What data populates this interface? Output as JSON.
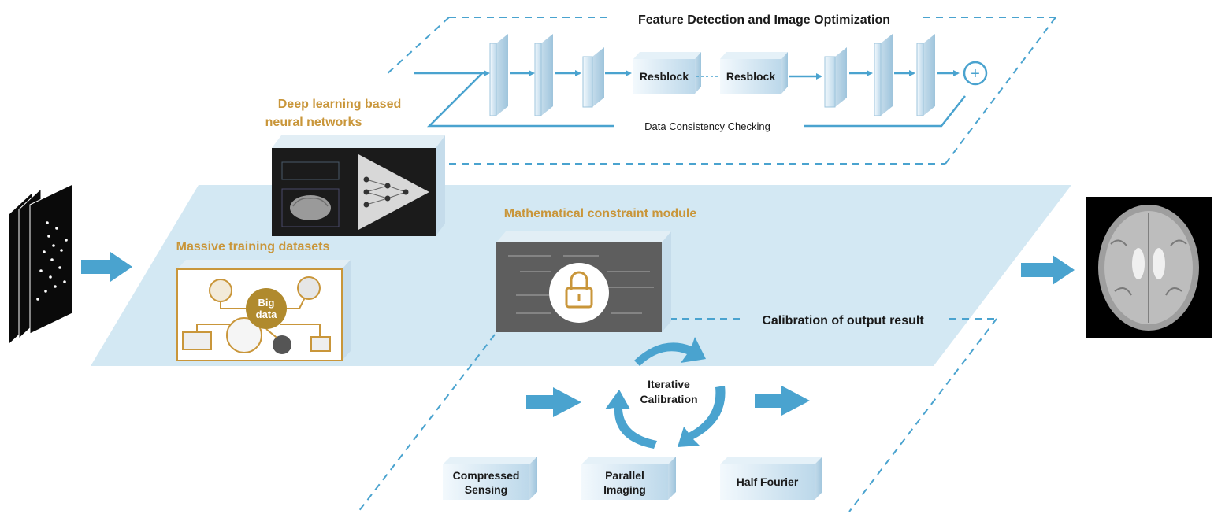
{
  "colors": {
    "accent_blue": "#4aa3cf",
    "band_fill": "#d3e8f3",
    "gold": "#c9963a",
    "dark_panel": "#1b1b1b",
    "math_panel": "#5e5e5e",
    "block_face": "#cfe3f0",
    "text_dark": "#1a1a1a"
  },
  "top_plane": {
    "title": "Feature Detection and Image Optimization",
    "resblock_1": "Resblock",
    "resblock_2": "Resblock",
    "plus_symbol": "+",
    "data_consistency": "Data Consistency Checking"
  },
  "middle_plane": {
    "deep_learning_line1": "Deep learning based",
    "deep_learning_line2": "neural networks",
    "massive_training": "Massive training datasets",
    "big_data_line1": "Big",
    "big_data_line2": "data",
    "math_constraint": "Mathematical constraint module",
    "calibration_output": "Calibration of output result"
  },
  "bottom_plane": {
    "iterative_line1": "Iterative",
    "iterative_line2": "Calibration",
    "method_1_line1": "Compressed",
    "method_1_line2": "Sensing",
    "method_2_line1": "Parallel",
    "method_2_line2": "Imaging",
    "method_3": "Half Fourier"
  },
  "icons": [
    "input-kspace-stack-icon",
    "brain-output-image-icon",
    "lock-icon",
    "brain-icon",
    "neural-network-icon"
  ]
}
